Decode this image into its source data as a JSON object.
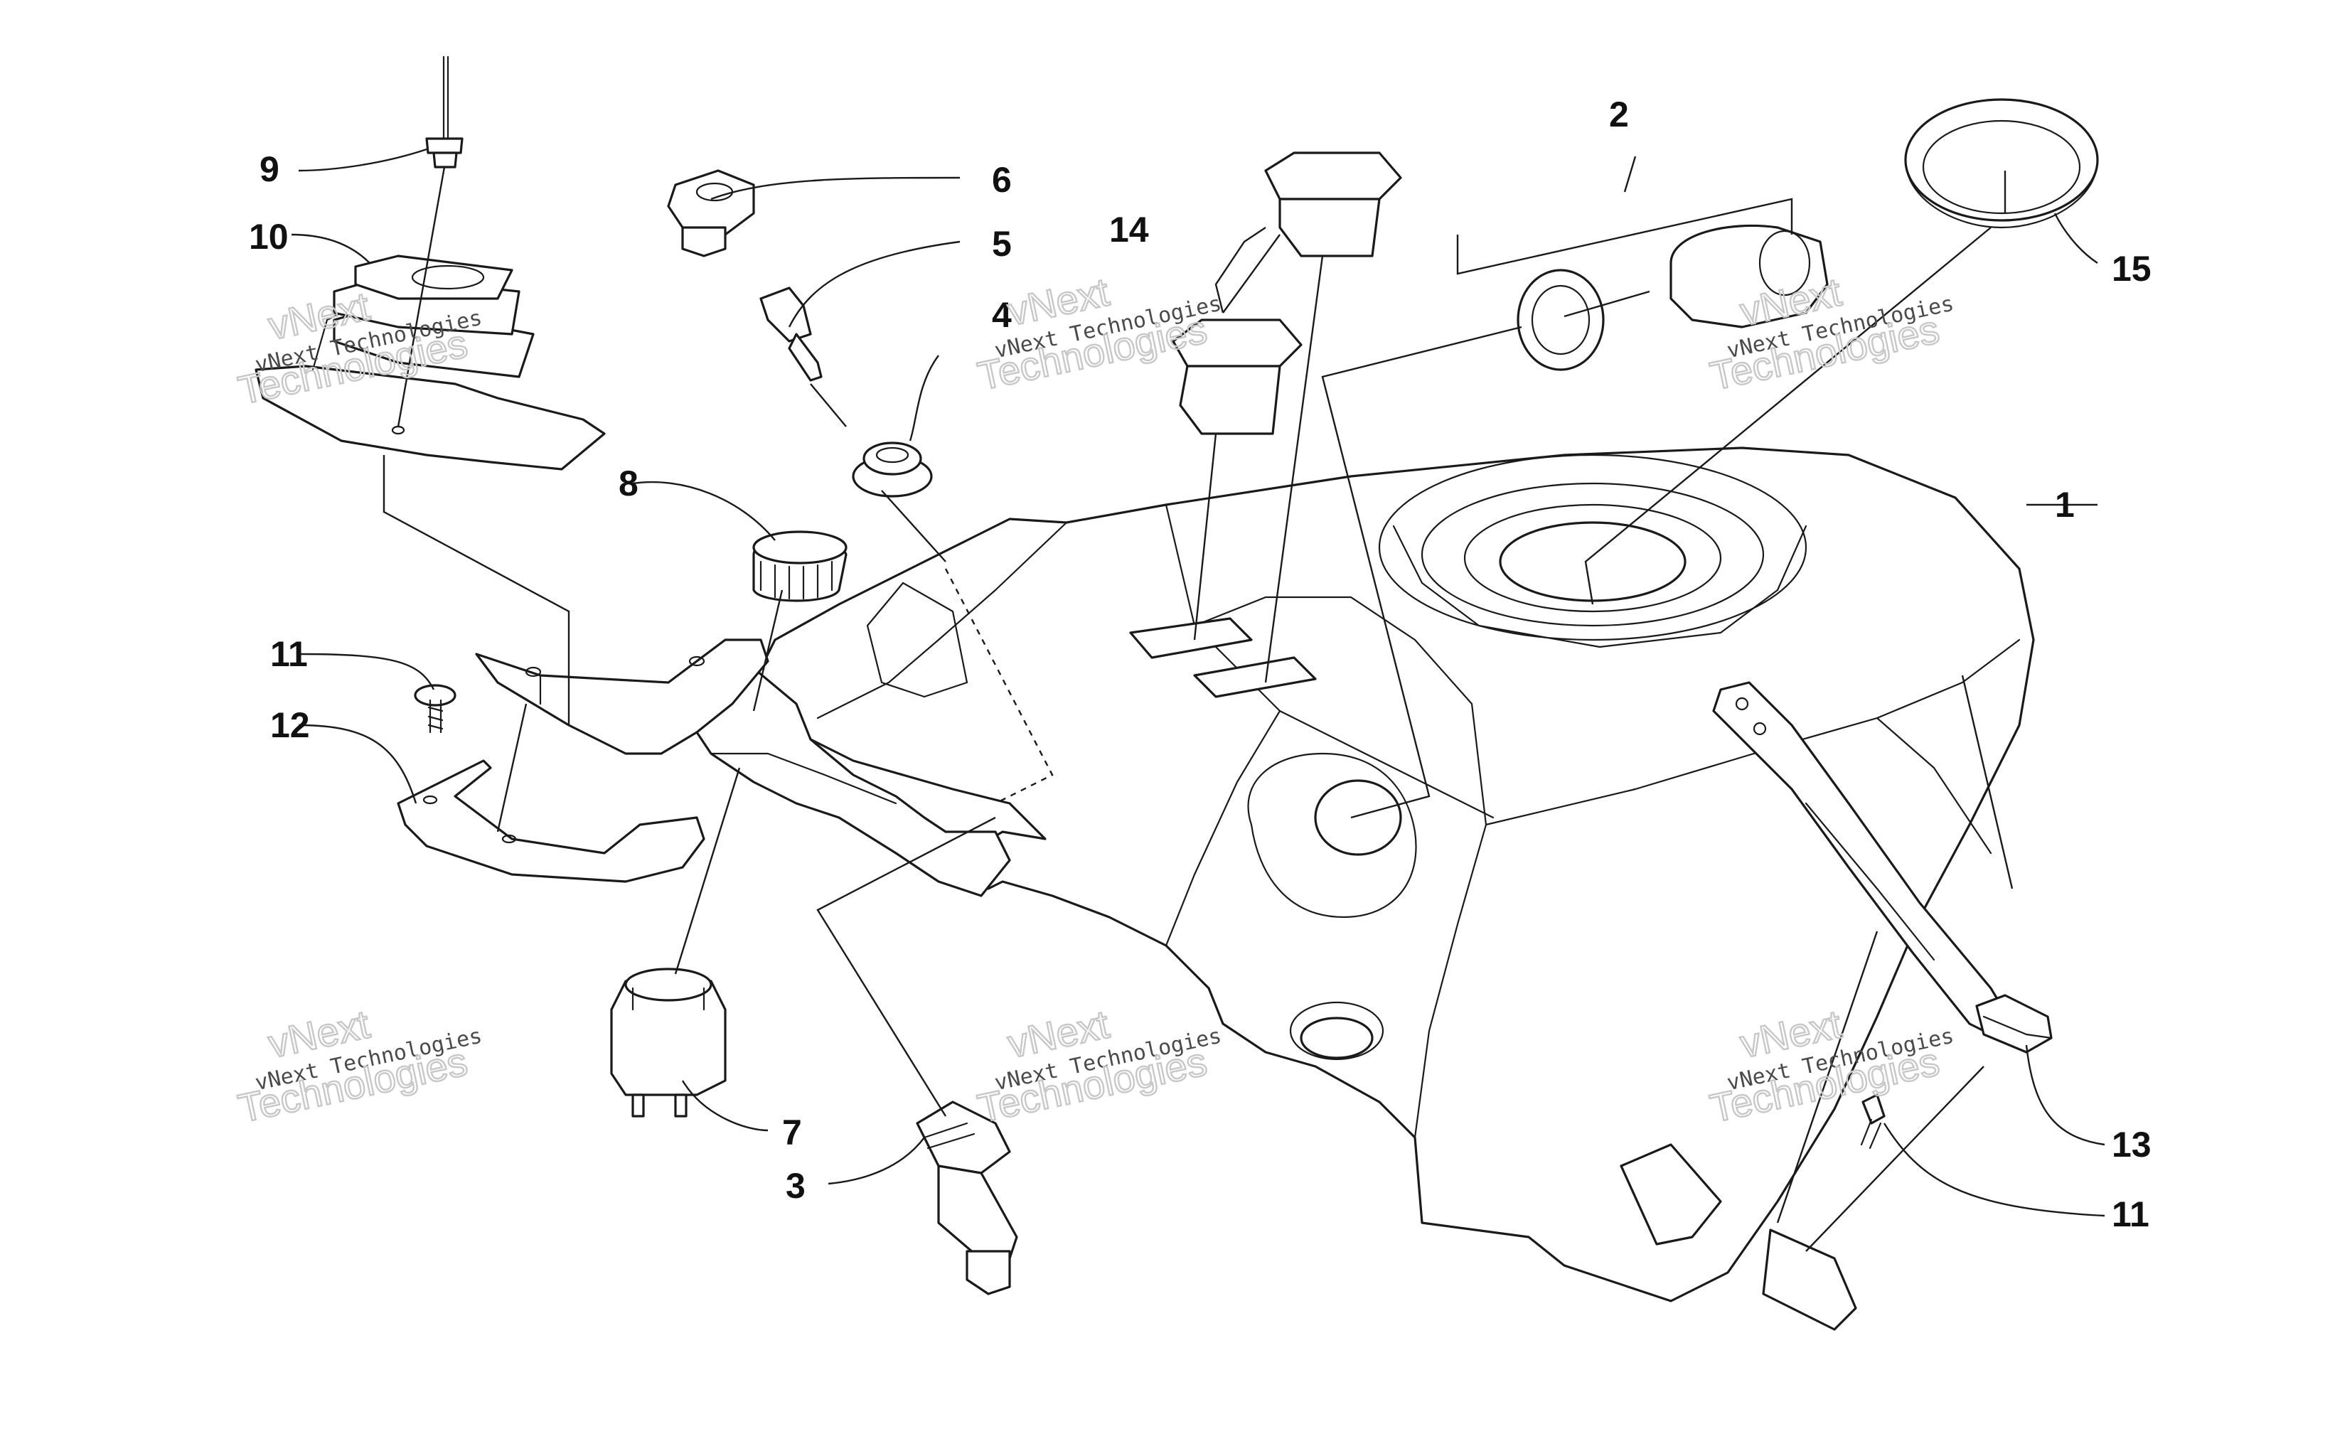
{
  "callouts": {
    "c1": "1",
    "c2": "2",
    "c3": "3",
    "c4": "4",
    "c5": "5",
    "c6": "6",
    "c7": "7",
    "c8": "8",
    "c9": "9",
    "c10": "10",
    "c11a": "11",
    "c11b": "11",
    "c12": "12",
    "c13": "13",
    "c14": "14",
    "c15": "15"
  },
  "watermark": {
    "line1": "vNext",
    "line2": "vNext Technologies",
    "line3": "Technologies"
  }
}
